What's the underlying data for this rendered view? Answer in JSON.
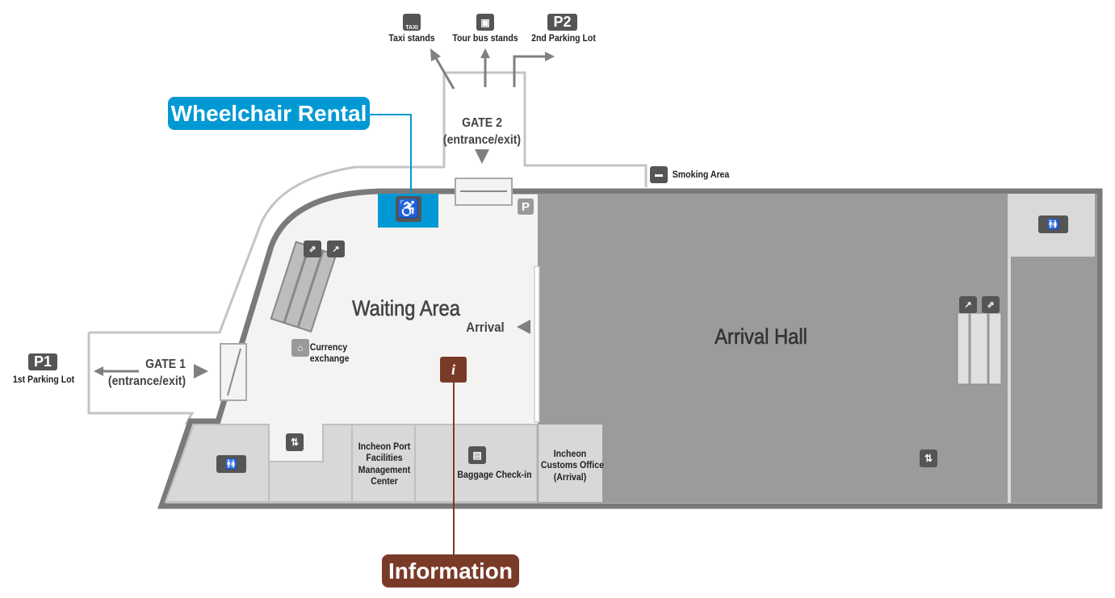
{
  "colors": {
    "wheelchair": "#0099d4",
    "information": "#7a3a28",
    "wall": "#7a7a7a",
    "arrival_hall": "#9b9b9b",
    "rooms": "#d8d8d8",
    "waiting": "#f4f3f1"
  },
  "top_destinations": [
    {
      "icon": "taxi-icon",
      "icon_text": "TAXI",
      "label": "Taxi stands"
    },
    {
      "icon": "bus-icon",
      "icon_text": "",
      "label": "Tour bus stands"
    },
    {
      "icon": "parking-p2-icon",
      "icon_text": "P2",
      "label": "2nd Parking Lot"
    }
  ],
  "gate2": {
    "title": "GATE 2",
    "subtitle": "(entrance/exit)"
  },
  "gate1": {
    "title": "GATE 1",
    "subtitle": "(entrance/exit)"
  },
  "p1": {
    "icon_text": "P1",
    "label": "1st Parking Lot"
  },
  "smoking": {
    "label": "Smoking Area"
  },
  "callouts": {
    "wheelchair": "Wheelchair Rental",
    "information": "Information"
  },
  "areas": {
    "waiting": "Waiting Area",
    "arrival": "Arrival",
    "arrival_hall": "Arrival Hall",
    "currency": "Currency\nexchange",
    "port_center": "Incheon Port\nFacilities\nManagement\nCenter",
    "baggage": "Baggage Check-in",
    "customs": "Incheon\nCustoms Office\n(Arrival)"
  },
  "parking_icon": "P",
  "info_icon": "i"
}
